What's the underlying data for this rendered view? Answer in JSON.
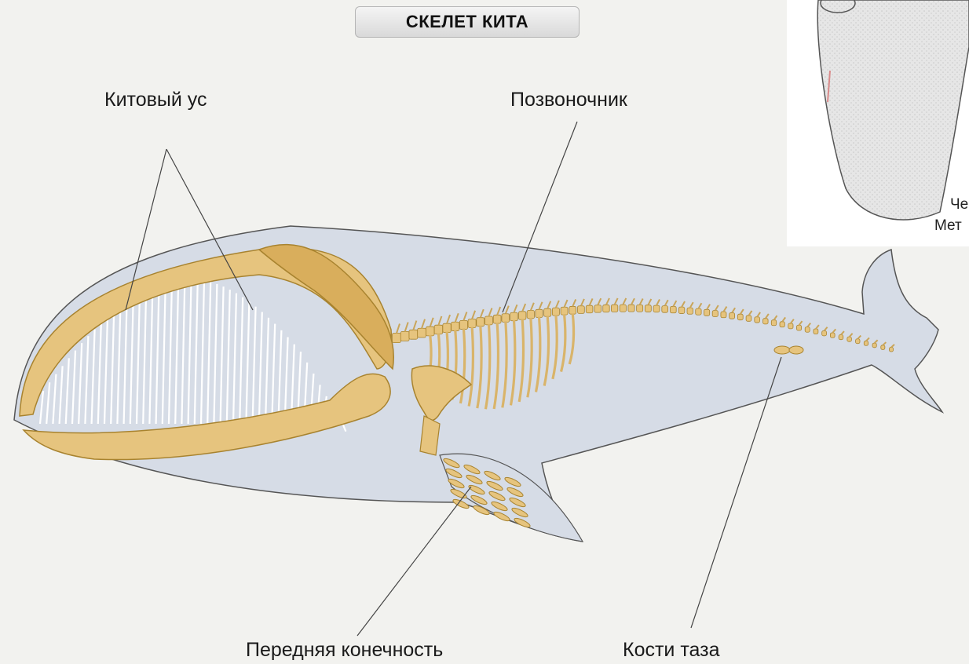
{
  "title": "СКЕЛЕТ КИТА",
  "labels": {
    "baleen": "Китовый ус",
    "spine": "Позвоночник",
    "forelimb": "Передняя конечность",
    "pelvis": "Кости таза"
  },
  "inset": {
    "caption_1": "Че",
    "caption_2": "Мет"
  },
  "colors": {
    "background": "#f2f2ef",
    "body": "#d6dce6",
    "bone": "#e6c47e",
    "bone_edge": "#a8832f",
    "outline": "#555555"
  }
}
